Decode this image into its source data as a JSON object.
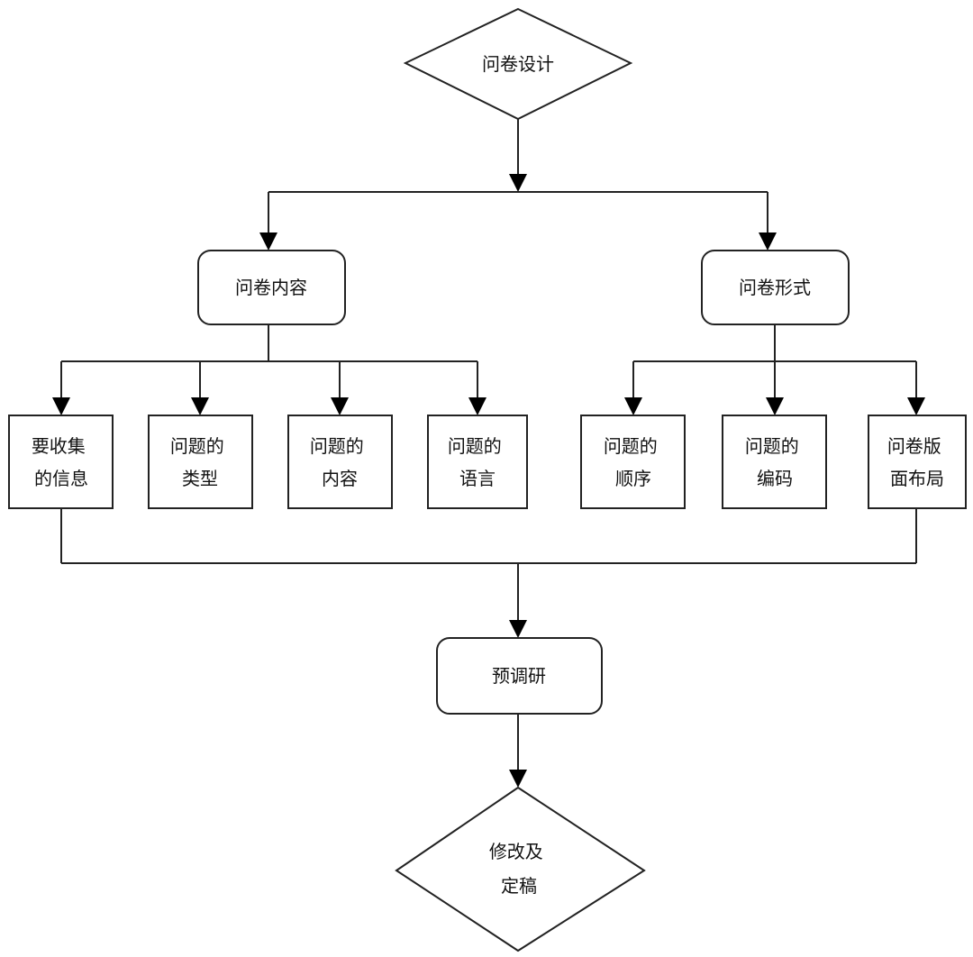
{
  "diagram": {
    "start": {
      "lines": [
        "问卷设计"
      ]
    },
    "content_branch": {
      "lines": [
        "问卷内容"
      ]
    },
    "form_branch": {
      "lines": [
        "问卷形式"
      ]
    },
    "content_items": [
      {
        "lines": [
          "要收集",
          "的信息"
        ]
      },
      {
        "lines": [
          "问题的",
          "类型"
        ]
      },
      {
        "lines": [
          "问题的",
          "内容"
        ]
      },
      {
        "lines": [
          "问题的",
          "语言"
        ]
      }
    ],
    "form_items": [
      {
        "lines": [
          "问题的",
          "顺序"
        ]
      },
      {
        "lines": [
          "问题的",
          "编码"
        ]
      },
      {
        "lines": [
          "问卷版",
          "面布局"
        ]
      }
    ],
    "pretest": {
      "lines": [
        "预调研"
      ]
    },
    "end": {
      "lines": [
        "修改及",
        "定稿"
      ]
    }
  }
}
